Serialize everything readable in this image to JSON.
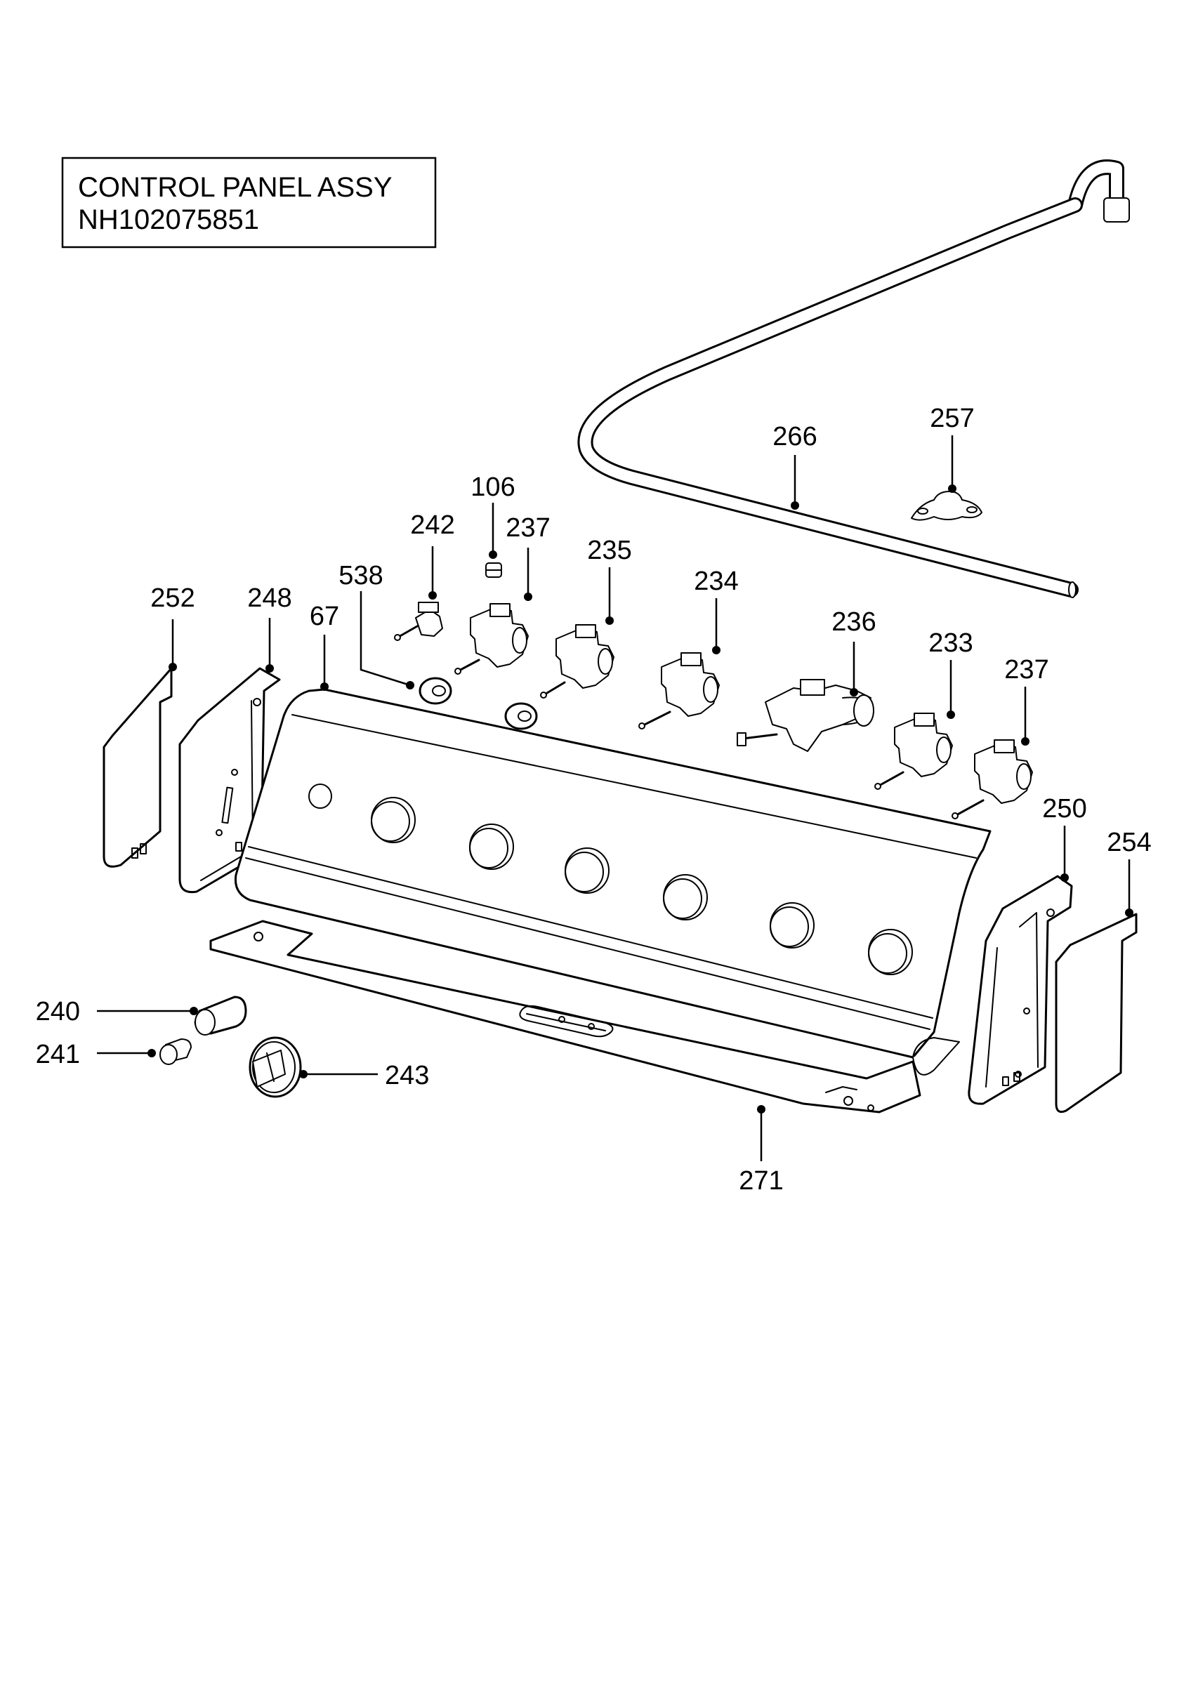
{
  "title": {
    "line1": "CONTROL PANEL ASSY",
    "line2": "NH102075851"
  },
  "callouts": [
    {
      "id": "c266",
      "label": "266"
    },
    {
      "id": "c257",
      "label": "257"
    },
    {
      "id": "c106",
      "label": "106"
    },
    {
      "id": "c242",
      "label": "242"
    },
    {
      "id": "c237a",
      "label": "237"
    },
    {
      "id": "c235",
      "label": "235"
    },
    {
      "id": "c538",
      "label": "538"
    },
    {
      "id": "c234",
      "label": "234"
    },
    {
      "id": "c236",
      "label": "236"
    },
    {
      "id": "c233",
      "label": "233"
    },
    {
      "id": "c237b",
      "label": "237"
    },
    {
      "id": "c252",
      "label": "252"
    },
    {
      "id": "c248",
      "label": "248"
    },
    {
      "id": "c67",
      "label": "67"
    },
    {
      "id": "c250",
      "label": "250"
    },
    {
      "id": "c254",
      "label": "254"
    },
    {
      "id": "c240",
      "label": "240"
    },
    {
      "id": "c241",
      "label": "241"
    },
    {
      "id": "c243",
      "label": "243"
    },
    {
      "id": "c271",
      "label": "271"
    }
  ]
}
